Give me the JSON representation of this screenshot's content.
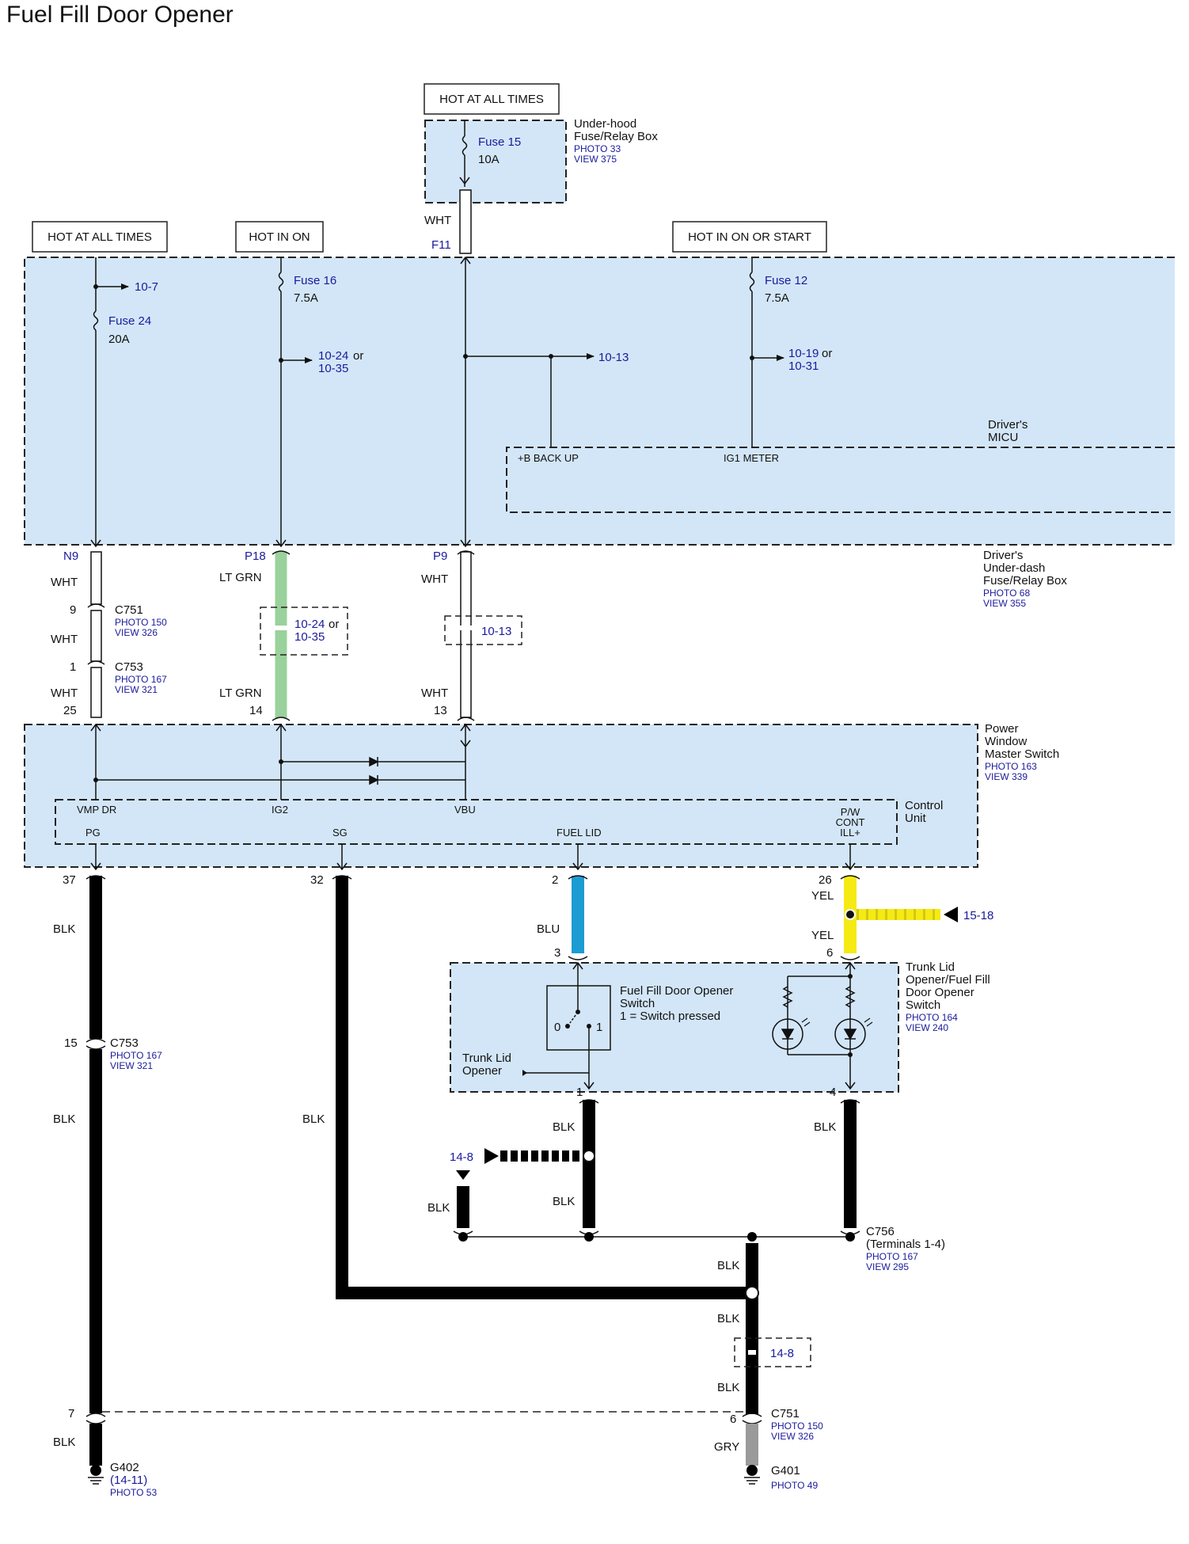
{
  "title": "Fuel Fill Door Opener",
  "colors": {
    "box_fill": "#d3e6f7",
    "link_blue": "#1a1a9c",
    "wire_ltgrn": "#9ad19c",
    "wire_blu": "#1c9cd2",
    "wire_yel": "#f6ea14",
    "wire_gry": "#9a9a9a",
    "wire_blk": "#000000"
  },
  "power_sources": {
    "hot_top": "HOT AT ALL TIMES",
    "hot_left": "HOT AT ALL TIMES",
    "hot_in_on": "HOT IN ON",
    "hot_in_on_or_start": "HOT IN ON OR START"
  },
  "underhood_box": {
    "fuse_name": "Fuse 15",
    "fuse_rating": "10A",
    "name_line1": "Under-hood",
    "name_line2": "Fuse/Relay Box",
    "photo": "PHOTO 33",
    "view": "VIEW 375",
    "wire_color": "WHT",
    "terminal": "F11"
  },
  "underdash_box": {
    "fuse24_name": "Fuse 24",
    "fuse24_rating": "20A",
    "ref_10_7": "10-7",
    "fuse16_name": "Fuse 16",
    "fuse16_rating": "7.5A",
    "ref_10_24": "10-24",
    "ref_10_24_or": "or",
    "ref_10_35": "10-35",
    "ref_10_13": "10-13",
    "fuse12_name": "Fuse 12",
    "fuse12_rating": "7.5A",
    "ref_10_19": "10-19",
    "ref_10_19_or": "or",
    "ref_10_31": "10-31",
    "micu_line1": "Driver's",
    "micu_line2": "MICU",
    "pin_b_backup": "+B BACK UP",
    "pin_ig1_meter": "IG1 METER",
    "name_line1": "Driver's",
    "name_line2": "Under-dash",
    "name_line3": "Fuse/Relay Box",
    "photo": "PHOTO 68",
    "view": "VIEW 355"
  },
  "harness": {
    "n9": "N9",
    "p18": "P18",
    "p9": "P9",
    "wht": "WHT",
    "lt_grn": "LT GRN",
    "c751_pin": "9",
    "c751": "C751",
    "c751_photo": "PHOTO 150",
    "c751_view": "VIEW 326",
    "c753_pin": "1",
    "c753": "C753",
    "c753_photo": "PHOTO 167",
    "c753_view": "VIEW 321",
    "ref_10_24": "10-24",
    "ref_or": "or",
    "ref_10_35": "10-35",
    "ref_10_13": "10-13",
    "pin_25": "25",
    "pin_14": "14",
    "pin_13": "13"
  },
  "pw_master": {
    "name_line1": "Power",
    "name_line2": "Window",
    "name_line3": "Master Switch",
    "photo": "PHOTO 163",
    "view": "VIEW 339",
    "control_line1": "Control",
    "control_line2": "Unit",
    "pin_vmp_dr": "VMP DR",
    "pin_ig2": "IG2",
    "pin_vbu": "VBU",
    "pin_pg": "PG",
    "pin_sg": "SG",
    "pin_fuel_lid": "FUEL LID",
    "pin_pw_line1": "P/W",
    "pin_pw_line2": "CONT",
    "pin_pw_line3": "ILL+"
  },
  "lower": {
    "pin_37": "37",
    "pin_32": "32",
    "pin_2": "2",
    "pin_26": "26",
    "blk": "BLK",
    "blu": "BLU",
    "yel": "YEL",
    "gry": "GRY",
    "pin_3": "3",
    "pin_6": "6",
    "ref_15_18": "15-18",
    "c753_pin": "15",
    "c753": "C753",
    "c753_photo": "PHOTO 167",
    "c753_view": "VIEW 321",
    "switch_name_line1": "Fuel Fill Door Opener",
    "switch_name_line2": "Switch",
    "switch_note": "1 = Switch pressed",
    "switch_pos0": "0",
    "switch_pos1": "1",
    "trunk_opener_line1": "Trunk Lid",
    "trunk_opener_line2": "Opener",
    "trunk_sw_line1": "Trunk Lid",
    "trunk_sw_line2": "Opener/Fuel Fill",
    "trunk_sw_line3": "Door Opener",
    "trunk_sw_line4": "Switch",
    "trunk_sw_photo": "PHOTO 164",
    "trunk_sw_view": "VIEW 240",
    "pin_1": "1",
    "pin_4": "4",
    "ref_14_8": "14-8",
    "c756": "C756",
    "c756_terminals": "(Terminals 1-4)",
    "c756_photo": "PHOTO 167",
    "c756_view": "VIEW 295",
    "ref_14_8b": "14-8",
    "pin_7": "7",
    "pin_6b": "6",
    "c751": "C751",
    "c751_photo": "PHOTO 150",
    "c751_view": "VIEW 326",
    "g402": "G402",
    "g402_ref": "(14-11)",
    "g402_photo": "PHOTO 53",
    "g401": "G401",
    "g401_photo": "PHOTO 49"
  }
}
